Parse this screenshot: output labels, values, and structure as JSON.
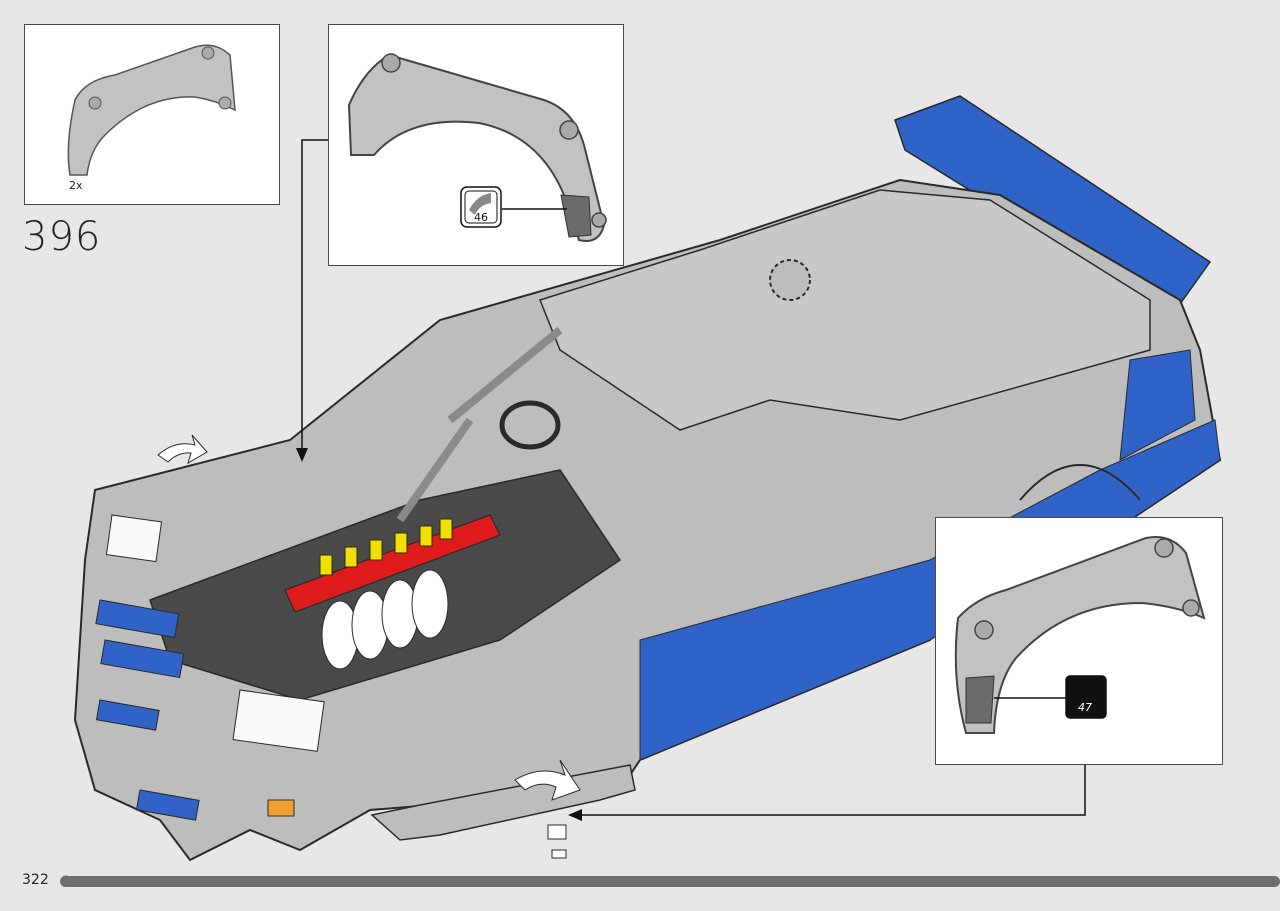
{
  "step": {
    "number": "396"
  },
  "parts": {
    "quantity": "2x"
  },
  "stickers": {
    "top": "46",
    "right": "47"
  },
  "page": {
    "number": "322"
  },
  "colors": {
    "car_gray": "#bdbdbd",
    "car_dark": "#4a4a4a",
    "car_blue": "#2f63c8",
    "car_red": "#e01b1b",
    "car_yellow": "#f2e000",
    "outline": "#2a2a2a"
  }
}
